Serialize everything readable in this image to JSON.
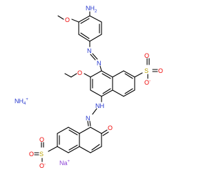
{
  "colors": {
    "bond": "#000000",
    "nitrogen": "#2233cc",
    "oxygen": "#ee0000",
    "sulfur": "#b8a000",
    "sodium": "#8a3fd6"
  },
  "atoms": {
    "amine_top": "NH",
    "amine_top_sub": "2",
    "methoxy_o": "O",
    "azo_n1": "N",
    "azo_n2": "N",
    "sulfonate_right": {
      "s": "S",
      "o_top": "O",
      "o_right": "O",
      "o_bottom": "O",
      "charge": "-"
    },
    "ethoxy_o": "O",
    "hydrazo_n1": "NH",
    "hydrazo_n2": "N",
    "ketone_o": "O",
    "sulfonate_bottom": {
      "s": "S",
      "o_top": "O",
      "o_left": "O",
      "o_bottom": "O",
      "charge": "-"
    }
  },
  "ions": {
    "ammonium": "NH",
    "ammonium_sub": "4",
    "ammonium_charge": "+",
    "sodium": "Na",
    "sodium_charge": "+"
  }
}
